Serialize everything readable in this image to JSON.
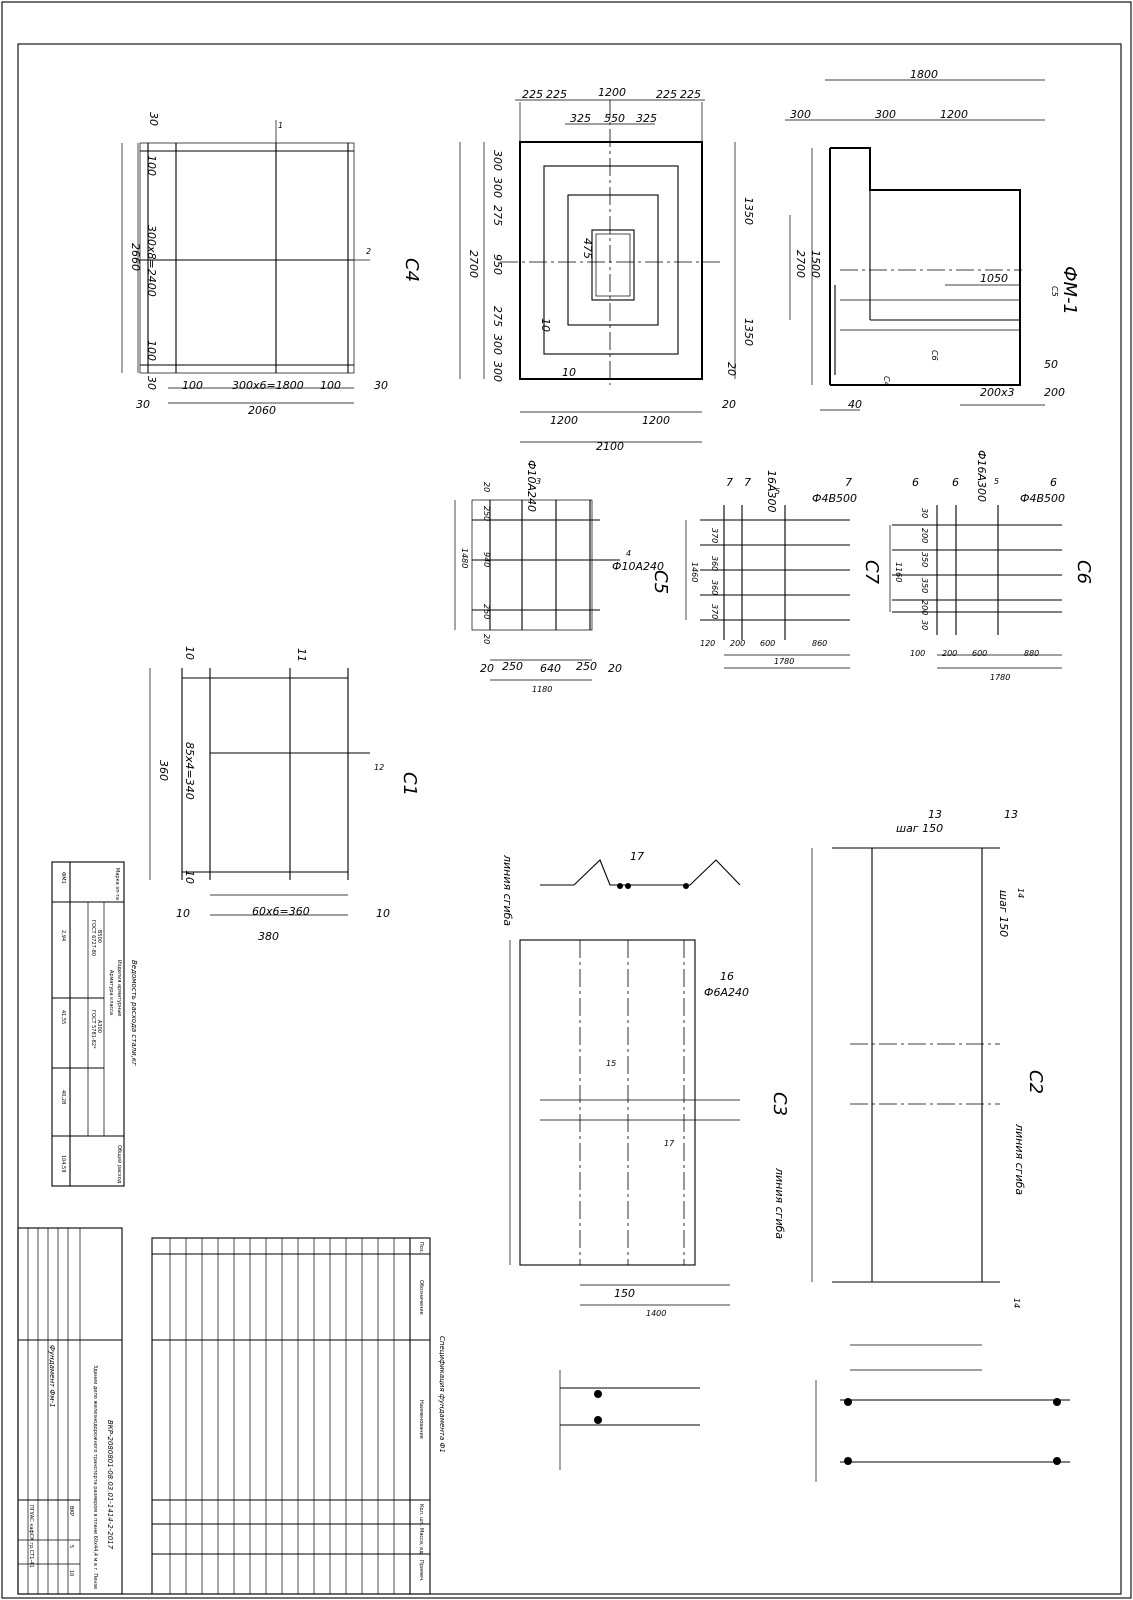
{
  "dims": {
    "c4": {
      "d30a": "30",
      "d100a": "100",
      "d300x8": "300х8=2400",
      "d100b": "100",
      "d30b": "30",
      "d2660": "2660",
      "d100c": "100",
      "d300x6": "300х6=1800",
      "d100d": "100",
      "d30c": "30",
      "d30d": "30",
      "d2060": "2060",
      "n1": "1",
      "n2": "2"
    },
    "plan": {
      "a225": "225",
      "b225": "225",
      "c1200": "1200",
      "d225": "225",
      "e225": "225",
      "f325": "325",
      "g550": "550",
      "h325": "325",
      "v300a": "300",
      "v300b": "300",
      "v275a": "275",
      "v475": "475",
      "v950": "950",
      "v275b": "275",
      "v300c": "300",
      "v300d": "300",
      "v2700": "2700",
      "v1350a": "1350",
      "v1350b": "1350",
      "v10a": "10",
      "v10b": "10",
      "v20a": "20",
      "v20b": "20",
      "b1200a": "1200",
      "b1200b": "1200",
      "b2100": "2100"
    },
    "fm1": {
      "t1800": "1800",
      "t300a": "300",
      "t300b": "300",
      "t1200": "1200",
      "v2700": "2700",
      "v1500": "1500",
      "h1050": "1050",
      "c5": "С5",
      "c6": "С6",
      "c4": "С4",
      "d50": "50",
      "d200x3": "200х3",
      "d200": "200",
      "d40": "40"
    },
    "c5": {
      "p3": "3",
      "r3": "Ф10А240",
      "p4": "4",
      "r4": "Ф10А240",
      "v20a": "20",
      "v250a": "250",
      "v1480": "1480",
      "v940": "940",
      "v250b": "250",
      "v20b": "20",
      "h20a": "20",
      "h250a": "250",
      "h640": "640",
      "h250b": "250",
      "h20b": "20",
      "h1180": "1180"
    },
    "c7": {
      "p7a": "7",
      "p7b": "7",
      "p5": "5",
      "r5": "16А300",
      "p7c": "7",
      "r7": "Ф4В500",
      "v370a": "370",
      "v1460": "1460",
      "v360a": "360",
      "v360b": "360",
      "v370b": "370",
      "h120": "120",
      "h200": "200",
      "h600": "600",
      "h860": "860",
      "h1780": "1780"
    },
    "c6": {
      "p6a": "6",
      "p6b": "6",
      "p5": "5",
      "r5": "Ф16А300",
      "p6c": "6",
      "r6": "Ф4В500",
      "v30a": "30",
      "v200a": "200",
      "v1160": "1160",
      "v350a": "350",
      "v350b": "350",
      "v200b": "200",
      "v30b": "30",
      "h100": "100",
      "h200": "200",
      "h600": "600",
      "h880": "880",
      "h1780": "1780"
    },
    "c1": {
      "d10a": "10",
      "p11": "11",
      "d360": "360",
      "d85x4": "85х4=340",
      "p12": "12",
      "d10b": "10",
      "d10c": "10",
      "d60x6": "60х6=360",
      "d10d": "10",
      "d380": "380"
    },
    "c3": {
      "bend": "линия сгиба",
      "p17a": "17",
      "p16": "16",
      "r16": "Ф6А240",
      "p15": "15",
      "p17b": "17",
      "d150": "150",
      "d1400": "1400"
    },
    "c2": {
      "p13a": "13",
      "step": "шаг 150",
      "p13b": "13",
      "p14a": "14",
      "step2": "шаг 150",
      "bend": "линия сгиба",
      "p14b": "14"
    }
  },
  "labels": {
    "c4": "С4",
    "fm1": "ФМ-1",
    "c5": "С5",
    "c7": "С7",
    "c6": "С6",
    "c1": "С1",
    "c3": "С3",
    "c2": "С2"
  },
  "tables": {
    "consumption": {
      "title": "Ведомость расхода стали,кг",
      "grade": "Марка эл-та",
      "product": "Изделия арматурные",
      "cls": "Арматура класса",
      "b500": "В500",
      "a300": "А300",
      "gost1": "ГОСТ 6727-80",
      "gost2": "ГОСТ 5781-82*",
      "total": "Общий расход",
      "row_mark": "ФМ1",
      "v1": "2,94",
      "v2": "41,55",
      "v3": "40,28",
      "v4": "104,59"
    },
    "spec": {
      "title": "Спецификация фундамента Ф1",
      "pos": "Поз.",
      "designation": "Обозначение",
      "name": "Наименование",
      "qty": "Кол. шт.",
      "mass": "Масса, ед.",
      "note": "Примеч."
    },
    "stamp": {
      "code": "ВКР-2080801-08.03.01-1414-2-2017",
      "project": "Здание депо железнодорожного транспорта размером в плане 60х44,4 м в г. Пензе",
      "sheet_name": "Фундамент Фм-1",
      "org": "ПГУАС кафСК гр.СТ1-41",
      "stage": "ВКР",
      "sheet": "5",
      "sheets": "10"
    }
  }
}
